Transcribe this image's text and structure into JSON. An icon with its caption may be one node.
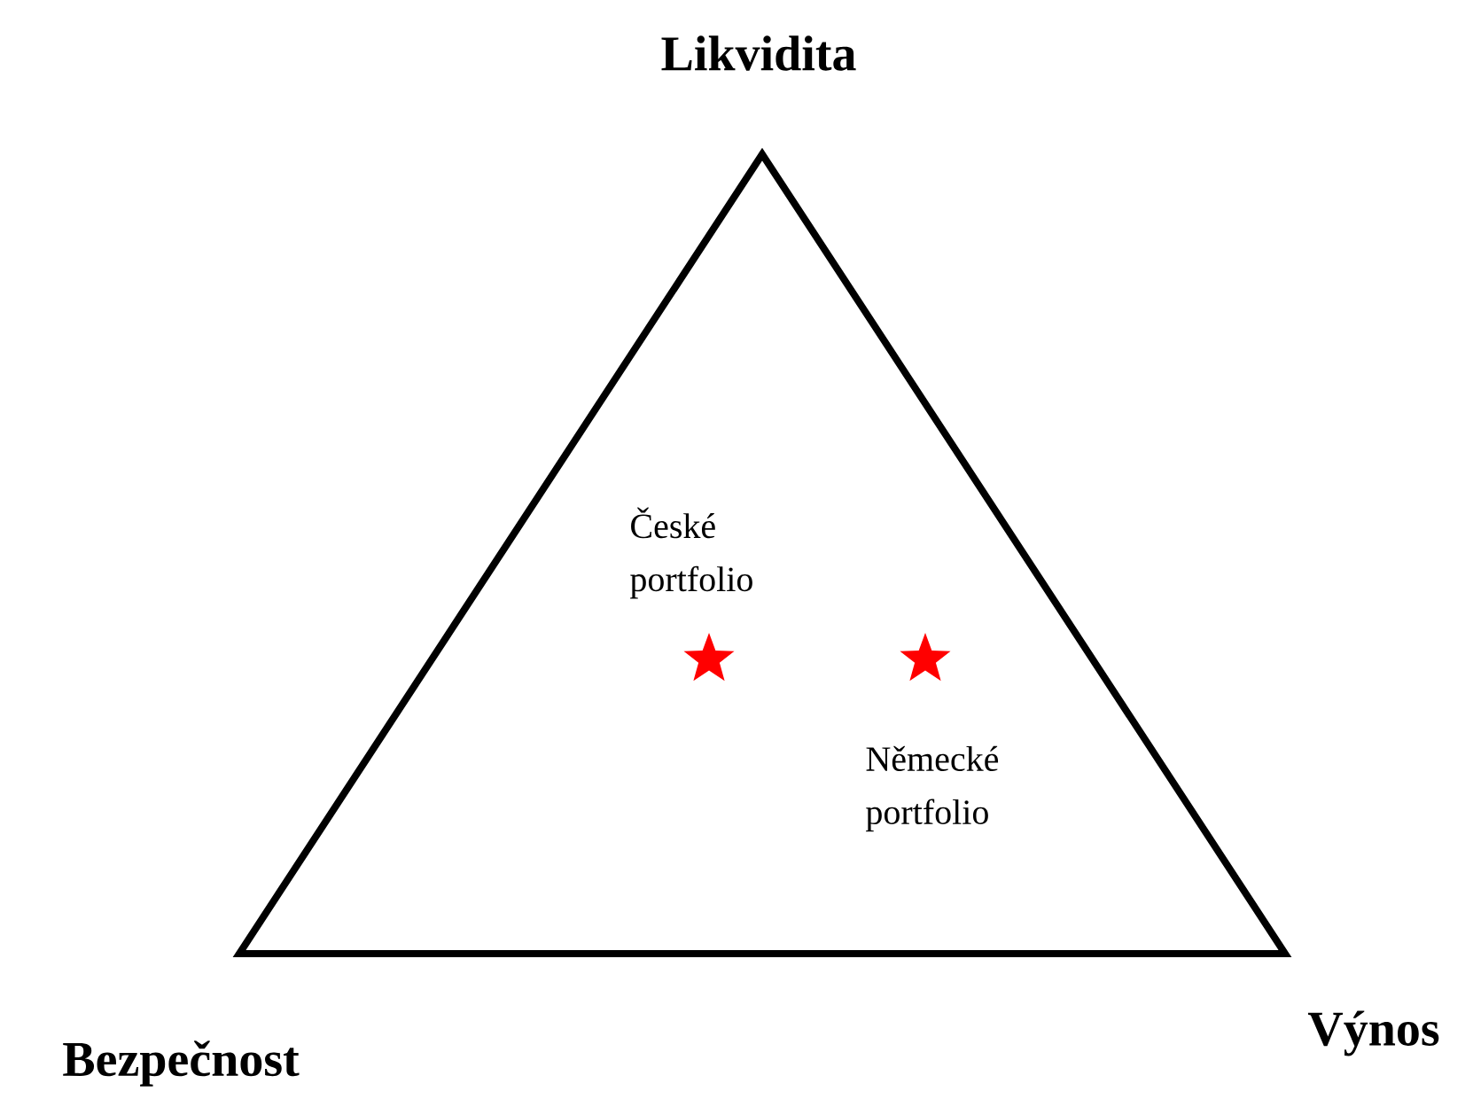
{
  "diagram": {
    "labels": [
      "Likvidita",
      "České portfolio",
      "Německé portfolio",
      "Bezpečnost",
      "Výnos"
    ]
  }
}
